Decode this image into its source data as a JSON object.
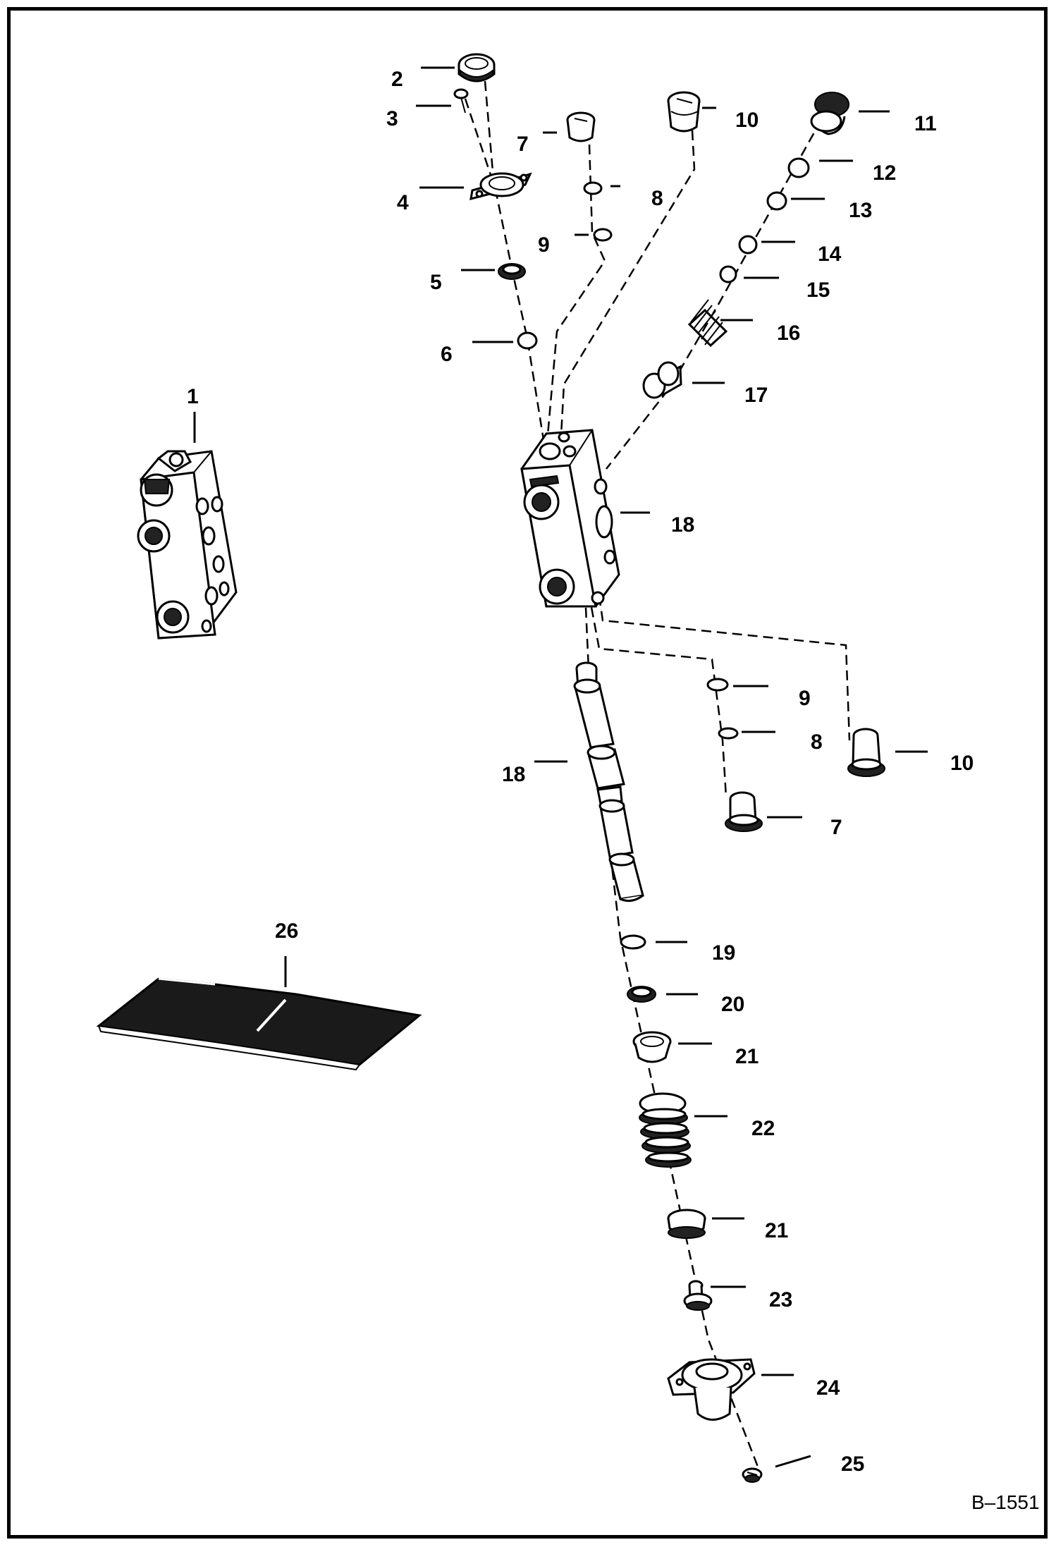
{
  "diagram": {
    "reference": "B–1551",
    "callouts": [
      {
        "key": "c1",
        "label": "1"
      },
      {
        "key": "c2",
        "label": "2"
      },
      {
        "key": "c3",
        "label": "3"
      },
      {
        "key": "c4",
        "label": "4"
      },
      {
        "key": "c5",
        "label": "5"
      },
      {
        "key": "c6",
        "label": "6"
      },
      {
        "key": "c7a",
        "label": "7"
      },
      {
        "key": "c7b",
        "label": "7"
      },
      {
        "key": "c8a",
        "label": "8"
      },
      {
        "key": "c8b",
        "label": "8"
      },
      {
        "key": "c9a",
        "label": "9"
      },
      {
        "key": "c9b",
        "label": "9"
      },
      {
        "key": "c10a",
        "label": "10"
      },
      {
        "key": "c10b",
        "label": "10"
      },
      {
        "key": "c11",
        "label": "11"
      },
      {
        "key": "c12",
        "label": "12"
      },
      {
        "key": "c13",
        "label": "13"
      },
      {
        "key": "c14",
        "label": "14"
      },
      {
        "key": "c15",
        "label": "15"
      },
      {
        "key": "c16",
        "label": "16"
      },
      {
        "key": "c17",
        "label": "17"
      },
      {
        "key": "c18a",
        "label": "18"
      },
      {
        "key": "c18b",
        "label": "18"
      },
      {
        "key": "c19",
        "label": "19"
      },
      {
        "key": "c20",
        "label": "20"
      },
      {
        "key": "c21a",
        "label": "21"
      },
      {
        "key": "c21b",
        "label": "21"
      },
      {
        "key": "c22",
        "label": "22"
      },
      {
        "key": "c23",
        "label": "23"
      },
      {
        "key": "c24",
        "label": "24"
      },
      {
        "key": "c25",
        "label": "25"
      },
      {
        "key": "c26",
        "label": "26"
      }
    ]
  }
}
